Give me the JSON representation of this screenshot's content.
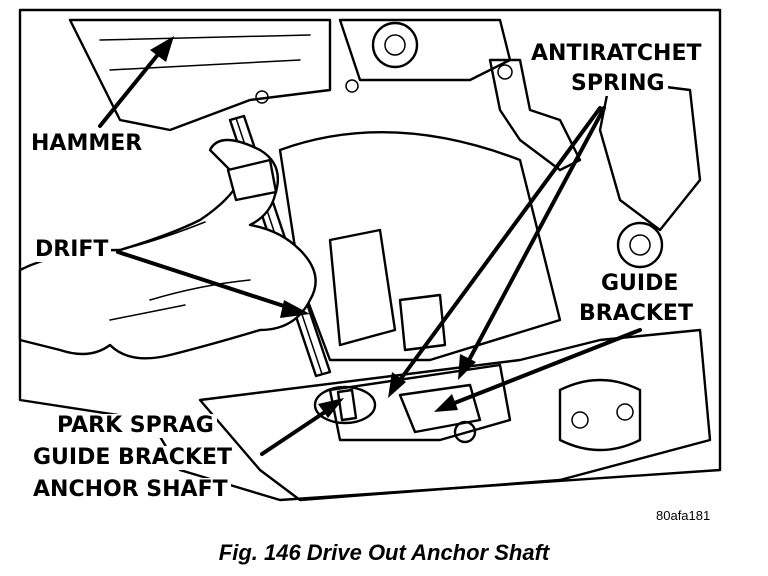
{
  "figure": {
    "labels": {
      "hammer": "HAMMER",
      "antiratchet_line1": "ANTIRATCHET",
      "antiratchet_line2": "SPRING",
      "drift": "DRIFT",
      "guide_line1": "GUIDE",
      "guide_line2": "BRACKET",
      "park_line1": "PARK SPRAG",
      "park_line2": "GUIDE BRACKET",
      "park_line3": "ANCHOR SHAFT"
    },
    "reference_code": "80afa181",
    "caption": "Fig. 146 Drive Out Anchor Shaft"
  }
}
